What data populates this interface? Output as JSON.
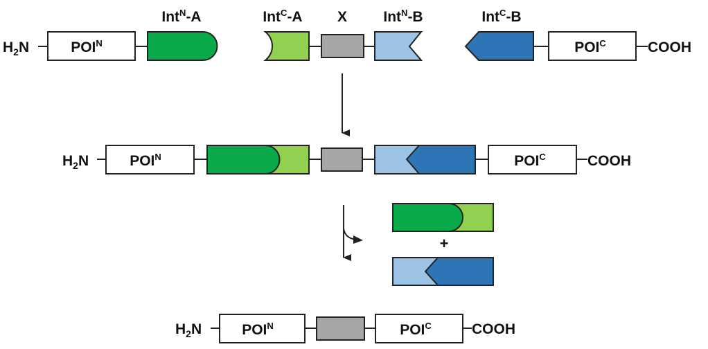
{
  "title": "Split intein cascade: protein trans-splicing with intein-flanked linker X",
  "colors": {
    "int_n_a": "#0aaa4a",
    "int_c_a": "#92d050",
    "x_linker": "#a6a6a6",
    "int_n_b": "#9dc3e6",
    "int_c_b": "#2e75b6",
    "outline": "#222222"
  },
  "row1": {
    "n_term": "H",
    "n_term_sub": "2",
    "n_term_tail": "N",
    "poi_n": "POI",
    "poi_n_sup": "N",
    "int_n_a_label": "Int",
    "int_n_a_sup": "N",
    "int_n_a_suffix": "-A",
    "int_c_a_label": "Int",
    "int_c_a_sup": "C",
    "int_c_a_suffix": "-A",
    "x_label": "X",
    "int_n_b_label": "Int",
    "int_n_b_sup": "N",
    "int_n_b_suffix": "-B",
    "int_c_b_label": "Int",
    "int_c_b_sup": "C",
    "int_c_b_suffix": "-B",
    "poi_c": "POI",
    "poi_c_sup": "C",
    "c_term": "COOH"
  },
  "row2": {
    "n_term": "H",
    "n_term_sub": "2",
    "n_term_tail": "N",
    "poi_n": "POI",
    "poi_n_sup": "N",
    "poi_c": "POI",
    "poi_c_sup": "C",
    "c_term": "COOH"
  },
  "byproducts": {
    "plus": "+"
  },
  "row4": {
    "n_term": "H",
    "n_term_sub": "2",
    "n_term_tail": "N",
    "poi_n": "POI",
    "poi_n_sup": "N",
    "poi_c": "POI",
    "poi_c_sup": "C",
    "c_term": "COOH"
  }
}
